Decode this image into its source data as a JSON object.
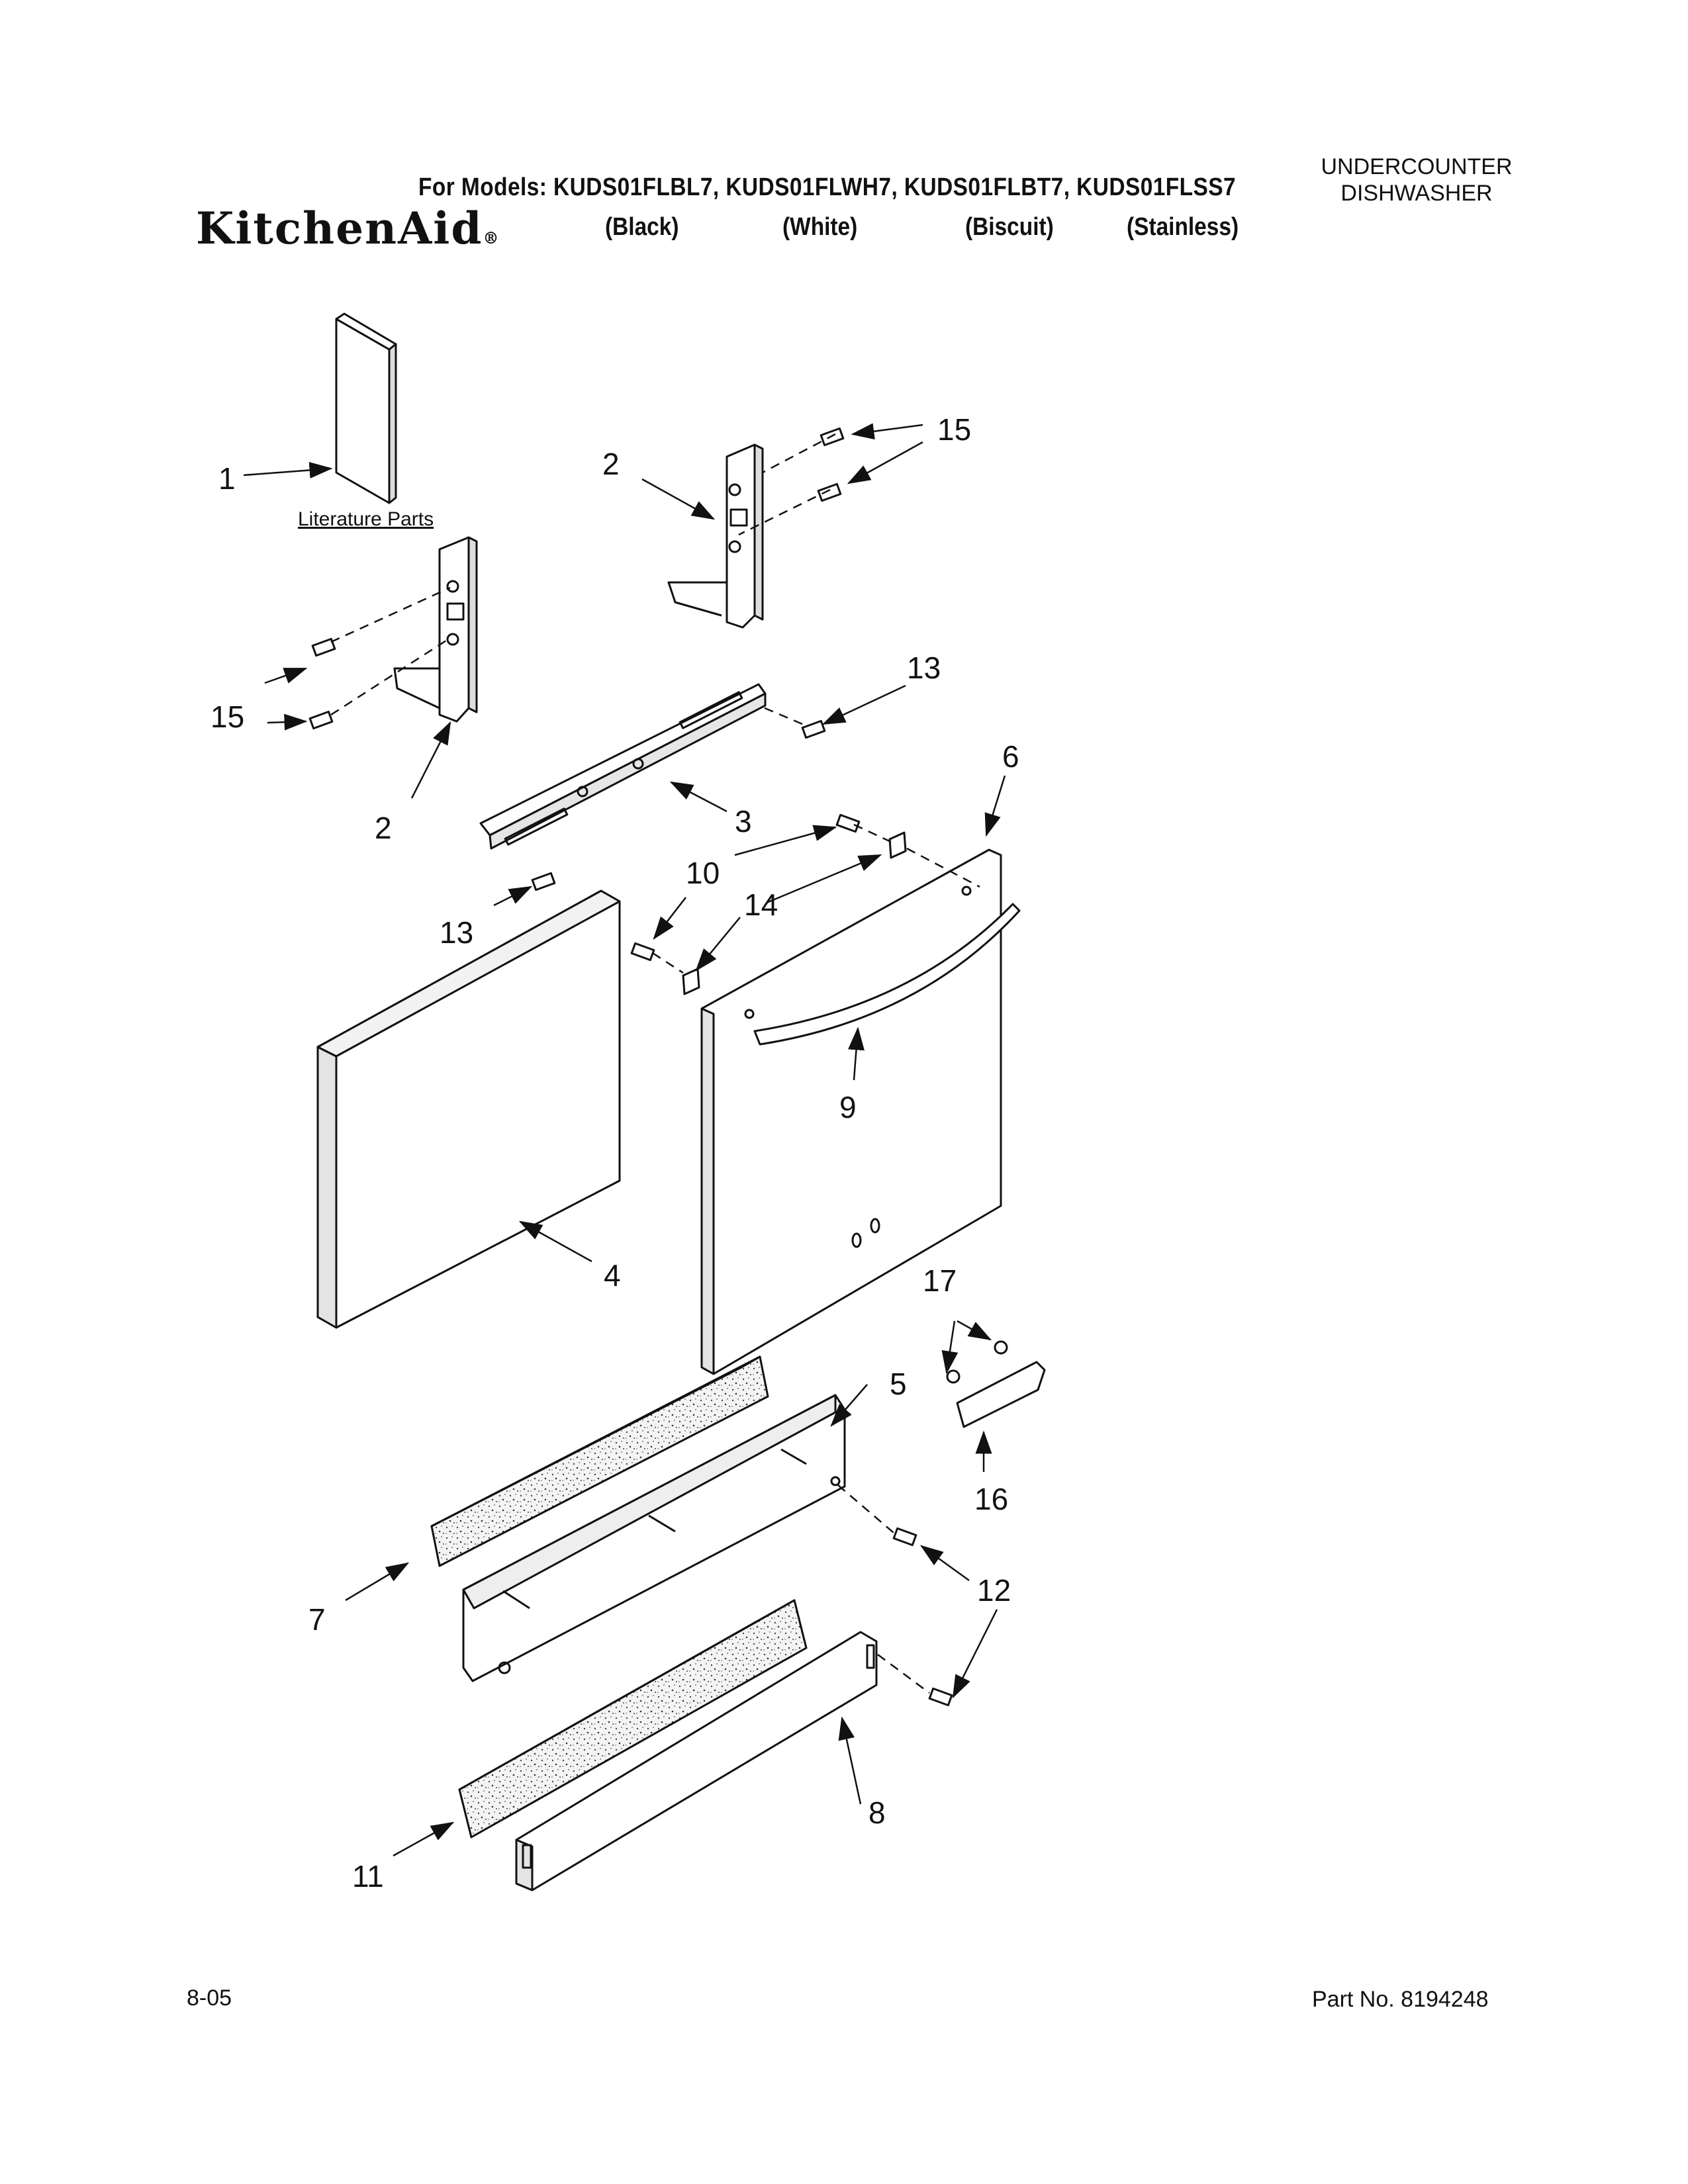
{
  "header": {
    "models_line": "For Models: KUDS01FLBL7, KUDS01FLWH7, KUDS01FLBT7, KUDS01FLSS7",
    "brand": "KitchenAid",
    "brand_mark": "®",
    "colors": [
      "(Black)",
      "(White)",
      "(Biscuit)",
      "(Stainless)"
    ],
    "category_line1": "UNDERCOUNTER",
    "category_line2": "DISHWASHER"
  },
  "diagram": {
    "literature_label": "Literature Parts",
    "callouts": {
      "c1": "1",
      "c2a": "2",
      "c2b": "2",
      "c3": "3",
      "c4": "4",
      "c5": "5",
      "c6": "6",
      "c7": "7",
      "c8": "8",
      "c9": "9",
      "c10": "10",
      "c11": "11",
      "c12": "12",
      "c13a": "13",
      "c13b": "13",
      "c14": "14",
      "c15a": "15",
      "c15b": "15",
      "c16": "16",
      "c17": "17"
    }
  },
  "footer": {
    "date": "8-05",
    "part_number": "Part No. 8194248"
  }
}
